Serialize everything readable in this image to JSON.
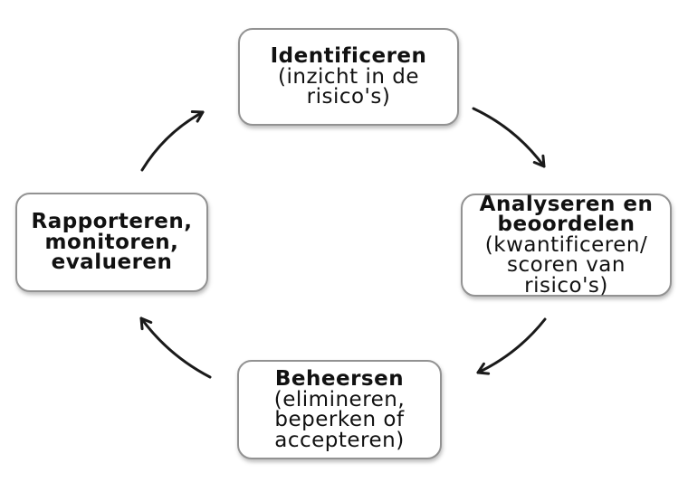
{
  "diagram": {
    "type": "cycle",
    "language": "nl",
    "nodes": {
      "top": {
        "title": [
          "Identificeren"
        ],
        "subtitle": [
          "(inzicht in de",
          "risico's)"
        ]
      },
      "right": {
        "title": [
          "Analyseren en",
          "beoordelen"
        ],
        "subtitle": [
          "(kwantificeren/",
          "scoren van",
          "risico's)"
        ]
      },
      "bottom": {
        "title": [
          "Beheersen"
        ],
        "subtitle": [
          "(elimineren,",
          "beperken of",
          "accepteren)"
        ]
      },
      "left": {
        "title": [
          "Rapporteren,",
          "monitoren,",
          "evalueren"
        ],
        "subtitle": []
      }
    },
    "edges": [
      {
        "from": "Identificeren",
        "to": "Analyseren en beoordelen"
      },
      {
        "from": "Analyseren en beoordelen",
        "to": "Beheersen"
      },
      {
        "from": "Beheersen",
        "to": "Rapporteren, monitoren, evalueren"
      },
      {
        "from": "Rapporteren, monitoren, evalueren",
        "to": "Identificeren"
      }
    ],
    "colors": {
      "background": "#ffffff",
      "node_fill": "#ffffff",
      "node_border": "#929292",
      "text": "#111111",
      "arrow": "#1a1a1a"
    }
  }
}
